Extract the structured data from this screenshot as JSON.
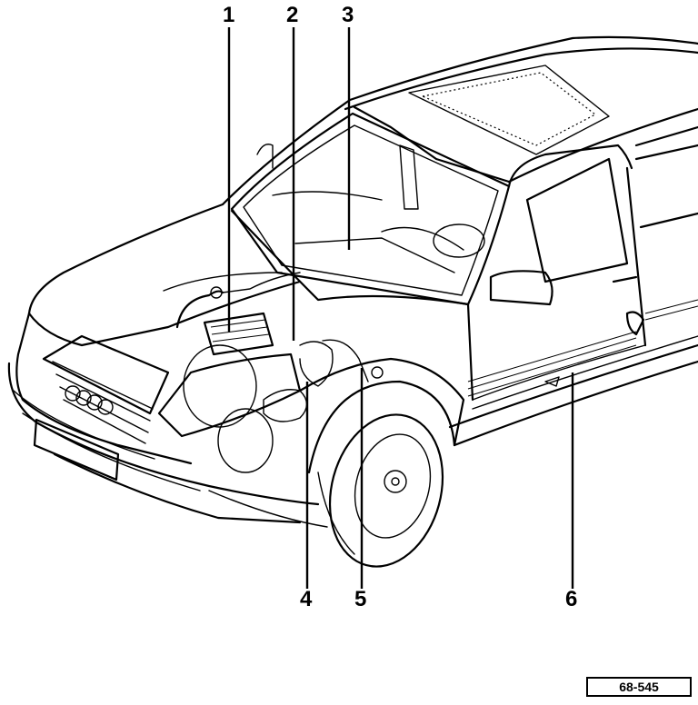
{
  "callouts": [
    {
      "label": "1"
    },
    {
      "label": "2"
    },
    {
      "label": "3"
    },
    {
      "label": "4"
    },
    {
      "label": "5"
    },
    {
      "label": "6"
    }
  ],
  "reference_code": "68-545",
  "icons": [
    "car-outline-drawing",
    "audi-rings-logo"
  ]
}
